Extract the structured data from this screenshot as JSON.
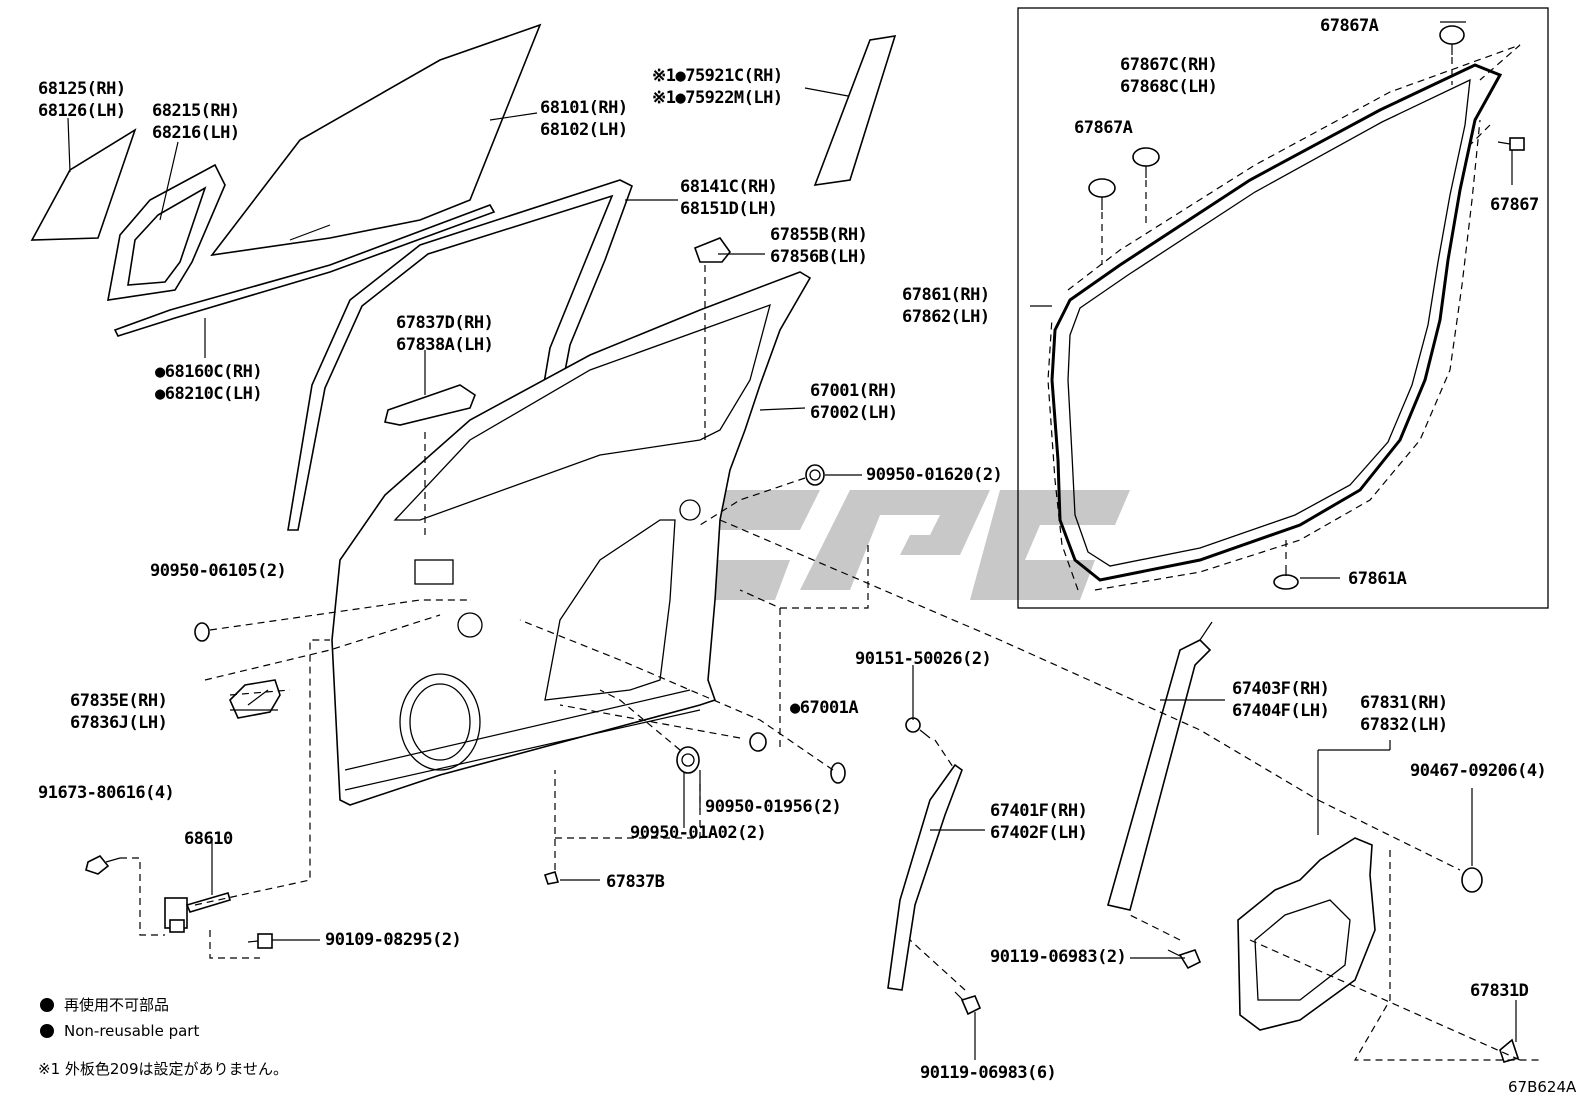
{
  "diagram_code": "67B624A",
  "legend": {
    "jp_nonreusable": "再使用不可部品",
    "en_nonreusable": "Non-reusable part",
    "footnote": "※1 外板色209は設定がありません。"
  },
  "labels": {
    "l1": "68125(RH)",
    "l2": "68126(LH)",
    "l3": "68215(RH)",
    "l4": "68216(LH)",
    "l5": "68101(RH)",
    "l6": "68102(LH)",
    "l7": "※1●75921C(RH)",
    "l8": "※1●75922M(LH)",
    "l9": "68141C(RH)",
    "l10": "68151D(LH)",
    "l11": "67855B(RH)",
    "l12": "67856B(LH)",
    "l13": "67837D(RH)",
    "l14": "67838A(LH)",
    "l15": "●68160C(RH)",
    "l16": "●68210C(LH)",
    "l17": "67001(RH)",
    "l18": "67002(LH)",
    "l19": "90950-01620(2)",
    "l20": "90950-06105(2)",
    "l21": "67835E(RH)",
    "l22": "67836J(LH)",
    "l23": "●67001A",
    "l24": "90151-50026(2)",
    "l25": "90950-01956(2)",
    "l26": "90950-01A02(2)",
    "l27": "91673-80616(4)",
    "l28": "68610",
    "l29": "67837B",
    "l30": "90109-08295(2)",
    "l31": "67401F(RH)",
    "l32": "67402F(LH)",
    "l33": "67403F(RH)",
    "l34": "67404F(LH)",
    "l35": "67831(RH)",
    "l36": "67832(LH)",
    "l37": "90467-09206(4)",
    "l38": "90119-06983(2)",
    "l39": "67831D",
    "l40": "90119-06983(6)",
    "l41": "67867A",
    "l42": "67867C(RH)",
    "l43": "67868C(LH)",
    "l44": "67867A",
    "l45": "67867",
    "l46": "67861(RH)",
    "l47": "67862(LH)",
    "l48": "67861A"
  }
}
